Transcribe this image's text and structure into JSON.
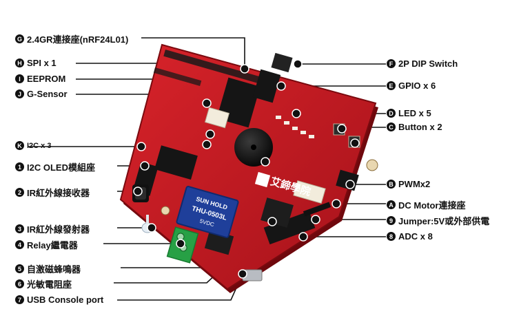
{
  "left_labels": [
    {
      "key": "G",
      "text": "2.4GR連接座(nRF24L01)"
    },
    {
      "key": "H",
      "text": "SPI x 1"
    },
    {
      "key": "I",
      "text": "EEPROM"
    },
    {
      "key": "J",
      "text": "G-Sensor"
    },
    {
      "key": "K",
      "text": "I2C x 3"
    },
    {
      "key": "1",
      "text": "I2C OLED模組座"
    },
    {
      "key": "2",
      "text": "IR紅外線接收器"
    },
    {
      "key": "3",
      "text": "IR紅外線發射器"
    },
    {
      "key": "4",
      "text": "Relay繼電器"
    },
    {
      "key": "5",
      "text": "自激磁蜂鳴器"
    },
    {
      "key": "6",
      "text": "光敏電阻座"
    },
    {
      "key": "7",
      "text": "USB Console port"
    }
  ],
  "right_labels": [
    {
      "key": "F",
      "text": "2P DIP Switch"
    },
    {
      "key": "E",
      "text": "GPIO x 6"
    },
    {
      "key": "D",
      "text": "LED x 5"
    },
    {
      "key": "C",
      "text": "Button x 2"
    },
    {
      "key": "B",
      "text": "PWMx2"
    },
    {
      "key": "A",
      "text": "DC Motor連接座"
    },
    {
      "key": "9",
      "text": "Jumper:5V或外部供電"
    },
    {
      "key": "8",
      "text": "ADC x 8"
    }
  ],
  "board": {
    "logo_text": "艾鍗學院",
    "relay_brand": "SUN HOLD",
    "relay_model": "THU-0503L",
    "relay_rating": "5VDC"
  },
  "colors": {
    "board": "#c4161c",
    "board_dark": "#8e0d12",
    "header": "#1a1a1a",
    "relay": "#1f3f9a",
    "terminal": "#27a045",
    "label_text": "#111111",
    "badge": "#111111"
  }
}
